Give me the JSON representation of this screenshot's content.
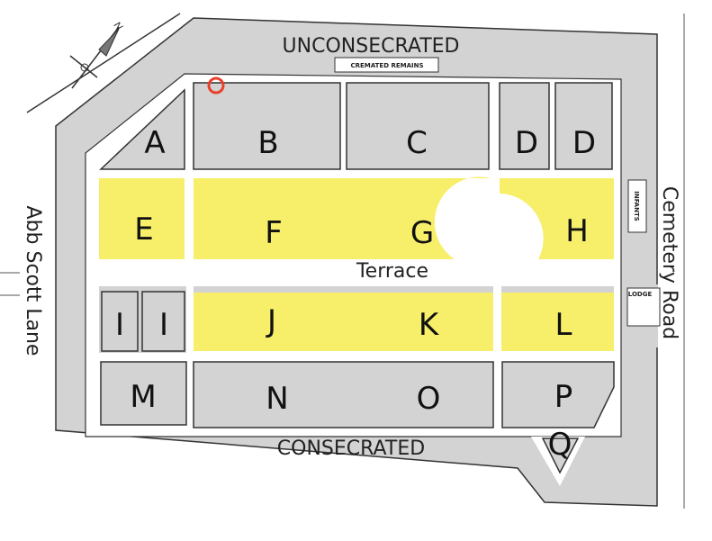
{
  "map": {
    "areas": {
      "unconsecrated": "UNCONSECRATED",
      "consecrated": "CONSECRATED",
      "cremated_remains": "CREMATED REMAINS",
      "infants": "INFANTS",
      "lodge": "LODGE",
      "terrace": "Terrace"
    },
    "roads": {
      "left": "Abb Scott Lane",
      "right": "Cemetery Road"
    },
    "compass": "N",
    "sections": {
      "A": "A",
      "B": "B",
      "C": "C",
      "D1": "D",
      "D2": "D",
      "E": "E",
      "F": "F",
      "G": "G",
      "H": "H",
      "I1": "I",
      "I2": "I",
      "J": "J",
      "K": "K",
      "L": "L",
      "M": "M",
      "N": "N",
      "O": "O",
      "P": "P",
      "Q": "Q"
    },
    "highlighted_sections": [
      "E",
      "F",
      "G",
      "H",
      "J",
      "K",
      "L"
    ],
    "colors": {
      "highlight": "#f7ef6a",
      "plot": "#d3d3d3",
      "marker": "#e8402a"
    }
  }
}
